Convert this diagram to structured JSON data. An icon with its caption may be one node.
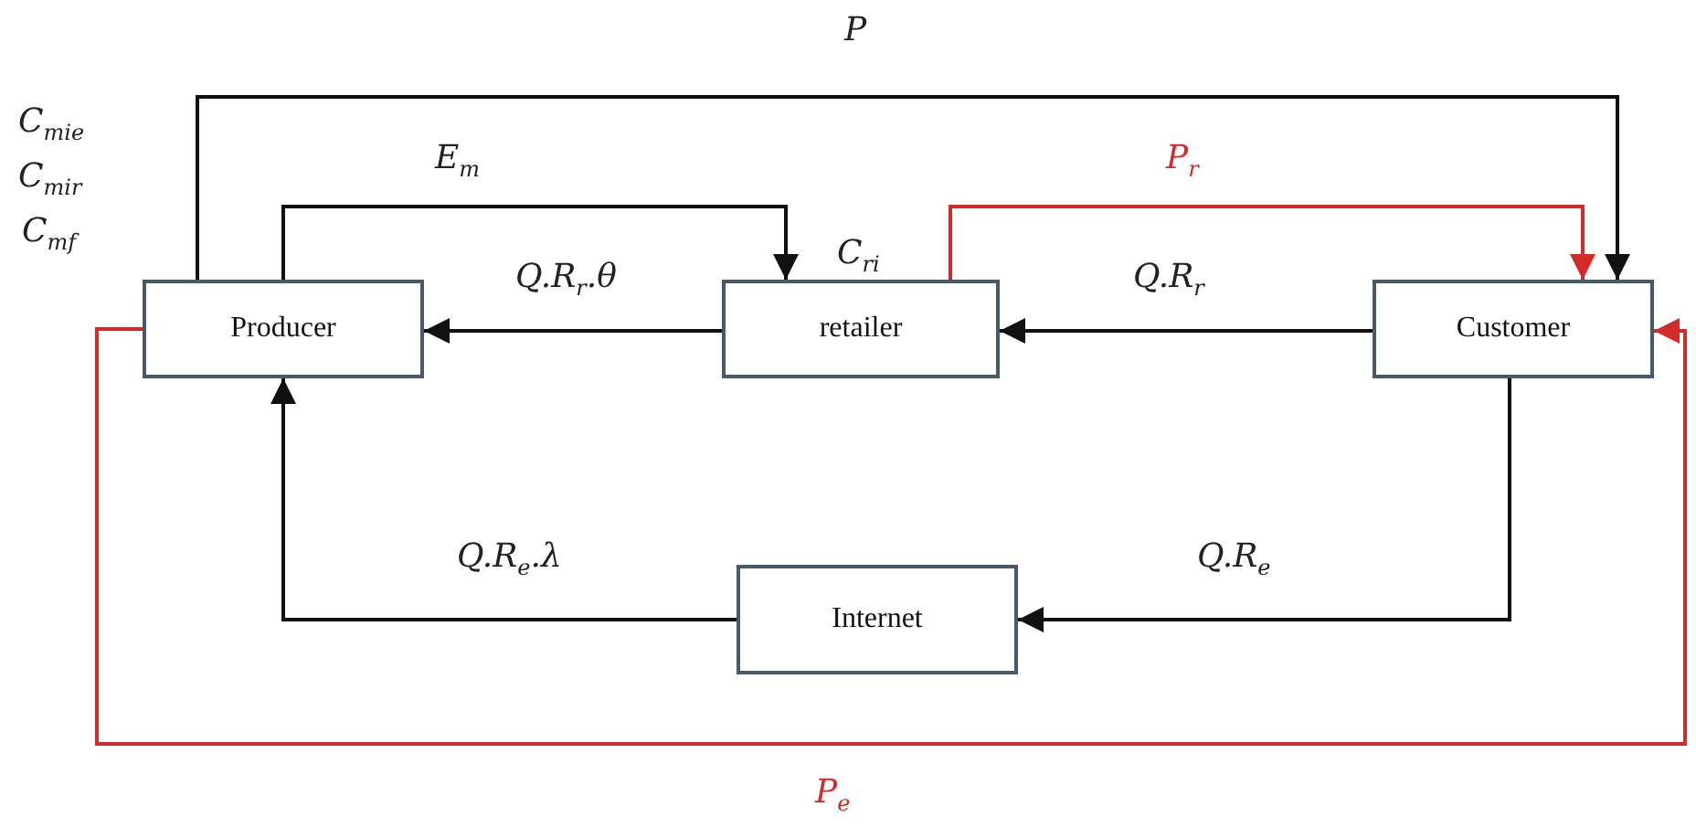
{
  "diagram": {
    "nodes": [
      {
        "text": [
          "Producer"
        ],
        "beside": [
          "C$_{mie}$",
          "C$_{mir}$",
          "C$_{mf}$"
        ]
      },
      {
        "text": [
          "retailer"
        ],
        "beside": [
          "C$_{ri}$"
        ]
      },
      {
        "text": [
          "Customer"
        ]
      },
      {
        "text": [
          "Internet"
        ]
      }
    ],
    "edges": [
      {
        "from": 0,
        "to": 2,
        "arrow": "to",
        "label": "P"
      },
      {
        "from": 0,
        "to": 1,
        "arrow": "to",
        "label": "E$_{m}$"
      },
      {
        "from": 1,
        "to": 0,
        "arrow": "to",
        "label": "Q.R$_{r}$.θ"
      },
      {
        "from": 1,
        "to": 2,
        "arrow": "to",
        "label": "P$_{r}$",
        "color": "#d42a2a"
      },
      {
        "from": 2,
        "to": 1,
        "arrow": "to",
        "label": "Q.R$_{r}$"
      },
      {
        "from": 2,
        "to": 3,
        "arrow": "to",
        "label": "Q.R$_{e}$"
      },
      {
        "from": 3,
        "to": 0,
        "arrow": "to",
        "label": "Q.R$_{e}$.λ"
      },
      {
        "from": 0,
        "to": 2,
        "arrow": "to",
        "label": "P$_{e}$",
        "color": "#d42a2a"
      }
    ]
  }
}
